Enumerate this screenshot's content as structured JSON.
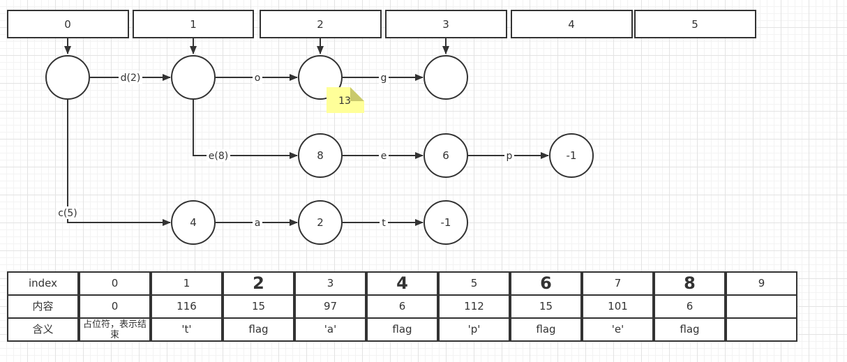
{
  "header_boxes": [
    "0",
    "1",
    "2",
    "3",
    "4",
    "5"
  ],
  "nodes": [
    {
      "id": "r0",
      "label": ""
    },
    {
      "id": "r1",
      "label": ""
    },
    {
      "id": "r2",
      "label": ""
    },
    {
      "id": "r3",
      "label": ""
    },
    {
      "id": "m1",
      "label": "8"
    },
    {
      "id": "m2",
      "label": "6"
    },
    {
      "id": "m3",
      "label": "-1"
    },
    {
      "id": "b1",
      "label": "4"
    },
    {
      "id": "b2",
      "label": "2"
    },
    {
      "id": "b3",
      "label": "-1"
    }
  ],
  "edges": [
    {
      "from": "r0",
      "to": "r1",
      "label": "d(2)"
    },
    {
      "from": "r1",
      "to": "r2",
      "label": "o"
    },
    {
      "from": "r2",
      "to": "r3",
      "label": "g"
    },
    {
      "from": "r1",
      "to": "m1",
      "label": "e(8)"
    },
    {
      "from": "m1",
      "to": "m2",
      "label": "e"
    },
    {
      "from": "m2",
      "to": "m3",
      "label": "p"
    },
    {
      "from": "r0",
      "to": "b1",
      "label": "c(5)"
    },
    {
      "from": "b1",
      "to": "b2",
      "label": "a"
    },
    {
      "from": "b2",
      "to": "b3",
      "label": "t"
    }
  ],
  "note": "13",
  "array_table": {
    "row_labels": [
      "index",
      "内容",
      "含义"
    ],
    "index": [
      "0",
      "1",
      "2",
      "3",
      "4",
      "5",
      "6",
      "7",
      "8",
      "9"
    ],
    "content": [
      "0",
      "116",
      "15",
      "97",
      "6",
      "112",
      "15",
      "101",
      "6",
      ""
    ],
    "meaning": [
      "占位符，表示结束",
      "'t'",
      "flag",
      "'a'",
      "flag",
      "'p'",
      "flag",
      "'e'",
      "flag",
      ""
    ]
  }
}
